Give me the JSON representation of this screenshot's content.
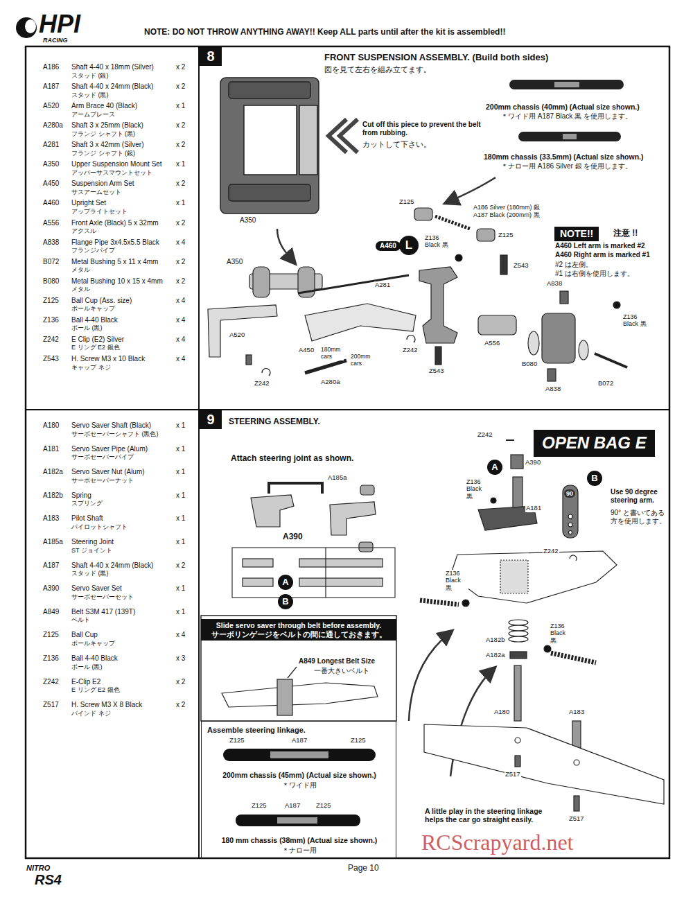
{
  "diagram": {
    "title": "NOTE: DO NOT THROW ANYTHING AWAY!! Keep ALL parts until after the kit is assembled!!",
    "nodes": [
      {
        "text": [
          "8",
          "FRONT SUSPENSION ASSEMBLY. (Build both sides)",
          "図を見て左右を組み立てます。"
        ]
      },
      {
        "text": [
          "NOTE!!"
        ],
        "in": 0
      },
      {
        "text": [
          "L"
        ],
        "in": 0
      },
      {
        "text": [
          "9",
          "STEERING ASSEMBLY."
        ]
      },
      {
        "text": [
          "OPEN BAG E"
        ],
        "in": 3
      },
      {
        "text": [
          "A"
        ],
        "in": 3
      },
      {
        "text": [
          "B"
        ],
        "in": 3
      },
      {
        "text": [
          "A"
        ],
        "in": 3
      },
      {
        "text": [
          "B"
        ],
        "in": 3
      },
      {
        "text": [
          "Slide servo saver through belt before assembly.",
          "サーボリンゲージをベルトの間に通しておきます。"
        ],
        "in": 3
      },
      {
        "text": [
          "Assemble steering linkage."
        ],
        "in": 3
      }
    ],
    "labels": [
      "A186",
      "Shaft 4-40 x 18mm (Silver)",
      "スタッド (銀)",
      "x 2",
      "A187",
      "Shaft 4-40 x 24mm (Black)",
      "スタッド (黒)",
      "x 2",
      "A520",
      "Arm Brace 40 (Black)",
      "アームブレース",
      "x 1",
      "A280a",
      "Shaft 3 x 25mm (Black)",
      "フランジ シャフト (黒)",
      "x 2",
      "A281",
      "Shaft 3 x 42mm (Silver)",
      "フランジ シャフト (銀)",
      "x 2",
      "A350",
      "Upper Suspension Mount Set",
      "アッパーサスマウントセット",
      "x 1",
      "A450",
      "Suspension Arm Set",
      "サスアームセット",
      "x 2",
      "A460",
      "Upright Set",
      "アップライトセット",
      "x 1",
      "A556",
      "Front Axle (Black) 5 x 32mm",
      "アクスル",
      "x 2",
      "A838",
      "Flange Pipe 3x4.5x5.5 Black",
      "フランジパイプ",
      "x 4",
      "B072",
      "Metal Bushing 5 x 11 x 4mm",
      "メタル",
      "x 2",
      "B080",
      "Metal Bushing 10 x 15 x 4mm",
      "メタル",
      "x 2",
      "Z125",
      "Ball Cup (Ass. size)",
      "ボールキャップ",
      "x 4",
      "Z136",
      "Ball 4-40 Black",
      "ボール (黒)",
      "x 4",
      "Z242",
      "E Clip (E2) Silver",
      "E リング E2 銀色",
      "x 4",
      "Z543",
      "H. Screw M3 x 10 Black",
      "キャップ ネジ",
      "x 4",
      "A180",
      "Servo Saver Shaft (Black)",
      "サーボセーバーシャフト (黒色)",
      "x 1",
      "A181",
      "Servo Saver Pipe (Alum)",
      "サーボセーバーパイプ",
      "x 1",
      "A182a",
      "Servo Saver Nut (Alum)",
      "サーボセーバーナット",
      "x 1",
      "A182b",
      "Spring",
      "スプリング",
      "x 1",
      "A183",
      "Pilot Shaft",
      "パイロットシャフト",
      "x 1",
      "A185a",
      "Steering Joint",
      "ST ジョイント",
      "x 1",
      "A187",
      "Shaft 4-40 x 24mm (Black)",
      "スタッド (黒)",
      "x 2",
      "A390",
      "Servo Saver Set",
      "サーボセーバーセット",
      "x 1",
      "A849",
      "Belt S3M 417 (139T)",
      "ベルト",
      "x 1",
      "Z125",
      "Ball Cup",
      "ボールキャップ",
      "x 4",
      "Z136",
      "Ball 4-40 Black",
      "ボール (黒)",
      "x 3",
      "Z242",
      "E-Clip E2",
      "E リング E2 銀色",
      "x 2",
      "Z517",
      "H. Screw M3 X 8 Black",
      "バインド ネジ",
      "x 2",
      "Cut off this piece to prevent the belt from rubbing.",
      "カットして下さい。",
      "200mm chassis (40mm) (Actual size shown.)",
      "＊ワイド用 A187 Black 黒 を使用します。",
      "180mm chassis (33.5mm) (Actual size shown.)",
      "＊ナロー用 A186 Silver 銀 を使用します。",
      "A350",
      "A350",
      "Z125",
      "Z125",
      "A186 Silver (180mm) 銀",
      "A187 Black (200mm) 黒",
      "A460",
      "Z136 Black 黒",
      "Z543",
      "A460 Left arm is marked #2",
      "A460 Right arm is marked #1",
      "#2 は左側。",
      "#1 は右側を使用します。",
      "注意 !!",
      "A281",
      "A520",
      "A450",
      "180mm cars",
      "200mm cars",
      "Z242",
      "Z242",
      "A280a",
      "Z543",
      "A838",
      "Z136 Black 黒",
      "A556",
      "B080",
      "A838",
      "B072",
      "Attach steering joint as shown.",
      "A185a",
      "A390",
      "Z242",
      "A390",
      "Z136 Black 黒",
      "A181",
      "90",
      "Use 90 degree steering arm.",
      "90° と書いてある方を使用します。",
      "Z242",
      "Z136 Black 黒",
      "Z136 Black 黒",
      "A182b",
      "A182a",
      "A180",
      "A183",
      "Z517",
      "Z517",
      "A little play in the steering linkage helps the car go straight easily.",
      "A849 Longest Belt Size",
      "一番大きいベルト",
      "Z125",
      "A187",
      "Z125",
      "200mm chassis (45mm) (Actual size shown.)",
      "＊ワイド用",
      "Z125",
      "A187",
      "Z125",
      "180 mm chassis (38mm) (Actual size shown.)",
      "＊ナロー用",
      "HPI",
      "RACING",
      "Page 10",
      "NITRO",
      "RS4",
      "RCScrapyard.net"
    ]
  }
}
